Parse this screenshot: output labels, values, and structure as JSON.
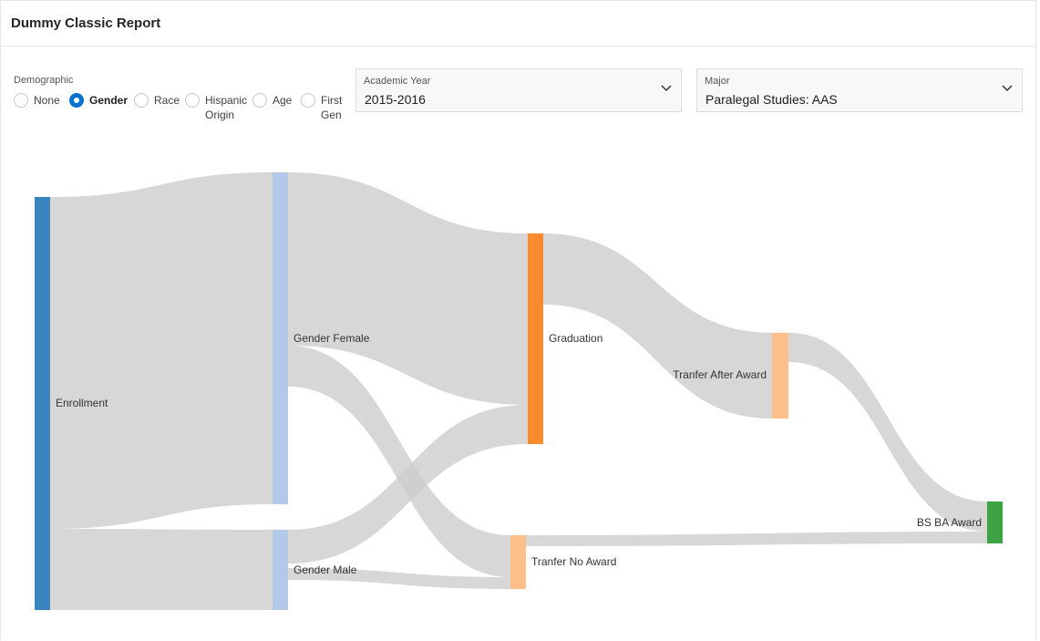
{
  "region": {
    "title": "Dummy Classic Report"
  },
  "demographic": {
    "label": "Demographic",
    "options": [
      {
        "line1": "None",
        "line2": "",
        "checked": false
      },
      {
        "line1": "Gender",
        "line2": "",
        "checked": true
      },
      {
        "line1": "Race",
        "line2": "",
        "checked": false
      },
      {
        "line1": "Hispanic",
        "line2": "Origin",
        "checked": false
      },
      {
        "line1": "Age",
        "line2": "",
        "checked": false
      },
      {
        "line1": "First",
        "line2": "Gen",
        "checked": false
      }
    ]
  },
  "academic_year": {
    "label": "Academic Year",
    "value": "2015-2016"
  },
  "major": {
    "label": "Major",
    "value": "Paralegal Studies: AAS"
  },
  "sankey": {
    "link_color": "#cdcdcd",
    "nodes": [
      {
        "id": "enrollment",
        "label": "Enrollment",
        "color": "#3a84be"
      },
      {
        "id": "female",
        "label": "Gender Female",
        "color": "#b3c9ea"
      },
      {
        "id": "male",
        "label": "Gender Male",
        "color": "#b3c9ea"
      },
      {
        "id": "graduation",
        "label": "Graduation",
        "color": "#fa8a2e"
      },
      {
        "id": "transfer_no_award",
        "label": "Tranfer No Award",
        "color": "#fdbf8a"
      },
      {
        "id": "transfer_after_award",
        "label": "Tranfer After Award",
        "color": "#fdbf8a"
      },
      {
        "id": "bsba",
        "label": "BS BA Award",
        "color": "#3ea344"
      }
    ],
    "links": [
      {
        "source": "enrollment",
        "target": "female"
      },
      {
        "source": "enrollment",
        "target": "male"
      },
      {
        "source": "female",
        "target": "graduation"
      },
      {
        "source": "female",
        "target": "transfer_no_award"
      },
      {
        "source": "male",
        "target": "graduation"
      },
      {
        "source": "male",
        "target": "transfer_no_award"
      },
      {
        "source": "graduation",
        "target": "transfer_after_award"
      },
      {
        "source": "transfer_after_award",
        "target": "bsba"
      },
      {
        "source": "transfer_no_award",
        "target": "bsba"
      }
    ]
  }
}
